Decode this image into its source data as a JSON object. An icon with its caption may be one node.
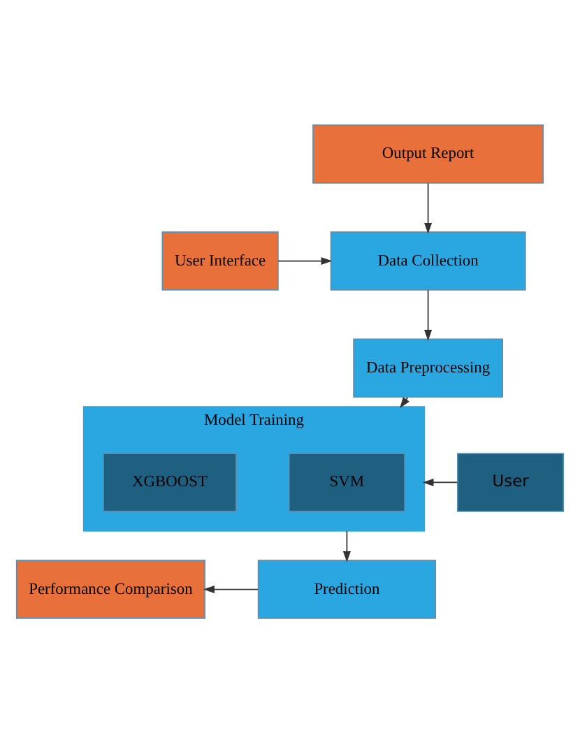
{
  "diagram": {
    "nodes": [
      {
        "text": [
          "Output Report"
        ]
      },
      {
        "text": [
          "User Interface"
        ]
      },
      {
        "text": [
          "Data Collection"
        ]
      },
      {
        "text": [
          "Data Preprocessing"
        ]
      },
      {
        "text": [
          "Model Training"
        ]
      },
      {
        "text": [
          "User"
        ]
      },
      {
        "text": [
          "SVM"
        ],
        "in": 4
      },
      {
        "text": [
          "XGBOOST"
        ],
        "in": 4
      },
      {
        "text": [
          "Prediction"
        ]
      },
      {
        "text": [
          "Performance Comparison"
        ]
      }
    ],
    "edges": [
      {
        "from": 0,
        "to": 2,
        "arrow": "to"
      },
      {
        "from": 1,
        "to": 2,
        "arrow": "to"
      },
      {
        "from": 2,
        "to": 3,
        "arrow": "to"
      },
      {
        "from": 3,
        "to": 4,
        "arrow": "to"
      },
      {
        "from": 5,
        "to": 4,
        "arrow": "to"
      },
      {
        "from": 4,
        "to": 8,
        "arrow": "to"
      },
      {
        "from": 8,
        "to": 9,
        "arrow": "to"
      }
    ]
  }
}
